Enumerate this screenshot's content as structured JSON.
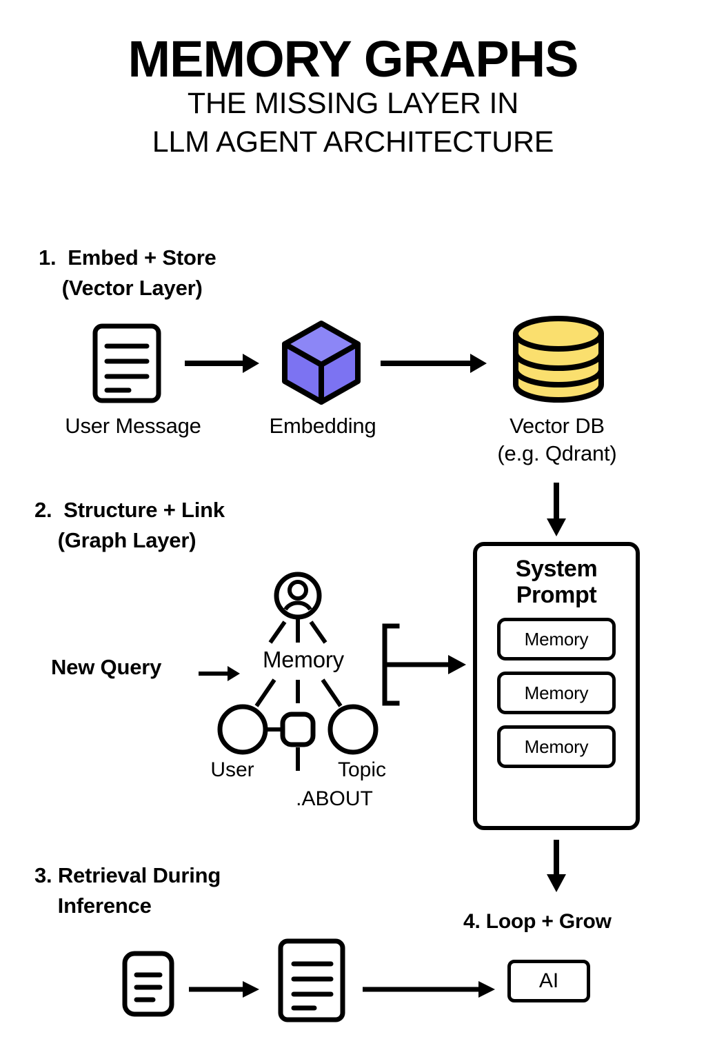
{
  "title": {
    "main": "MEMORY GRAPHS",
    "subtitle_line1": "THE MISSING LAYER IN",
    "subtitle_line2": "LLM AGENT ARCHITECTURE"
  },
  "steps": [
    {
      "heading": "1.  Embed + Store\n    (Vector Layer)"
    },
    {
      "heading": "2.  Structure + Link\n    (Graph Layer)"
    },
    {
      "heading": "3. Retrieval During\n    Inference"
    },
    {
      "heading": "4. Loop + Grow"
    }
  ],
  "vector_layer": {
    "user_message_label": "User Message",
    "embedding_label": "Embedding",
    "vector_db_label": "Vector DB\n(e.g. Qdrant)",
    "cube_top_color": "#8C86F6",
    "cube_left_color": "#7C73F2",
    "cube_right_color": "#7C73F2",
    "cylinder_color": "#FADF6E"
  },
  "graph_layer": {
    "new_query_label": "New Query",
    "memory_label": "Memory",
    "user_node_label": "User",
    "topic_node_label": "Topic",
    "relation_label": ".ABOUT"
  },
  "system_prompt": {
    "title": "System\nPrompt",
    "memory_chips": [
      "Memory",
      "Memory",
      "Memory"
    ]
  },
  "inference": {
    "ai_label": "AI"
  },
  "colors": {
    "stroke": "#000000",
    "background": "#FFFFFF",
    "accent_purple": "#7C73F2",
    "accent_yellow": "#FADF6E"
  }
}
